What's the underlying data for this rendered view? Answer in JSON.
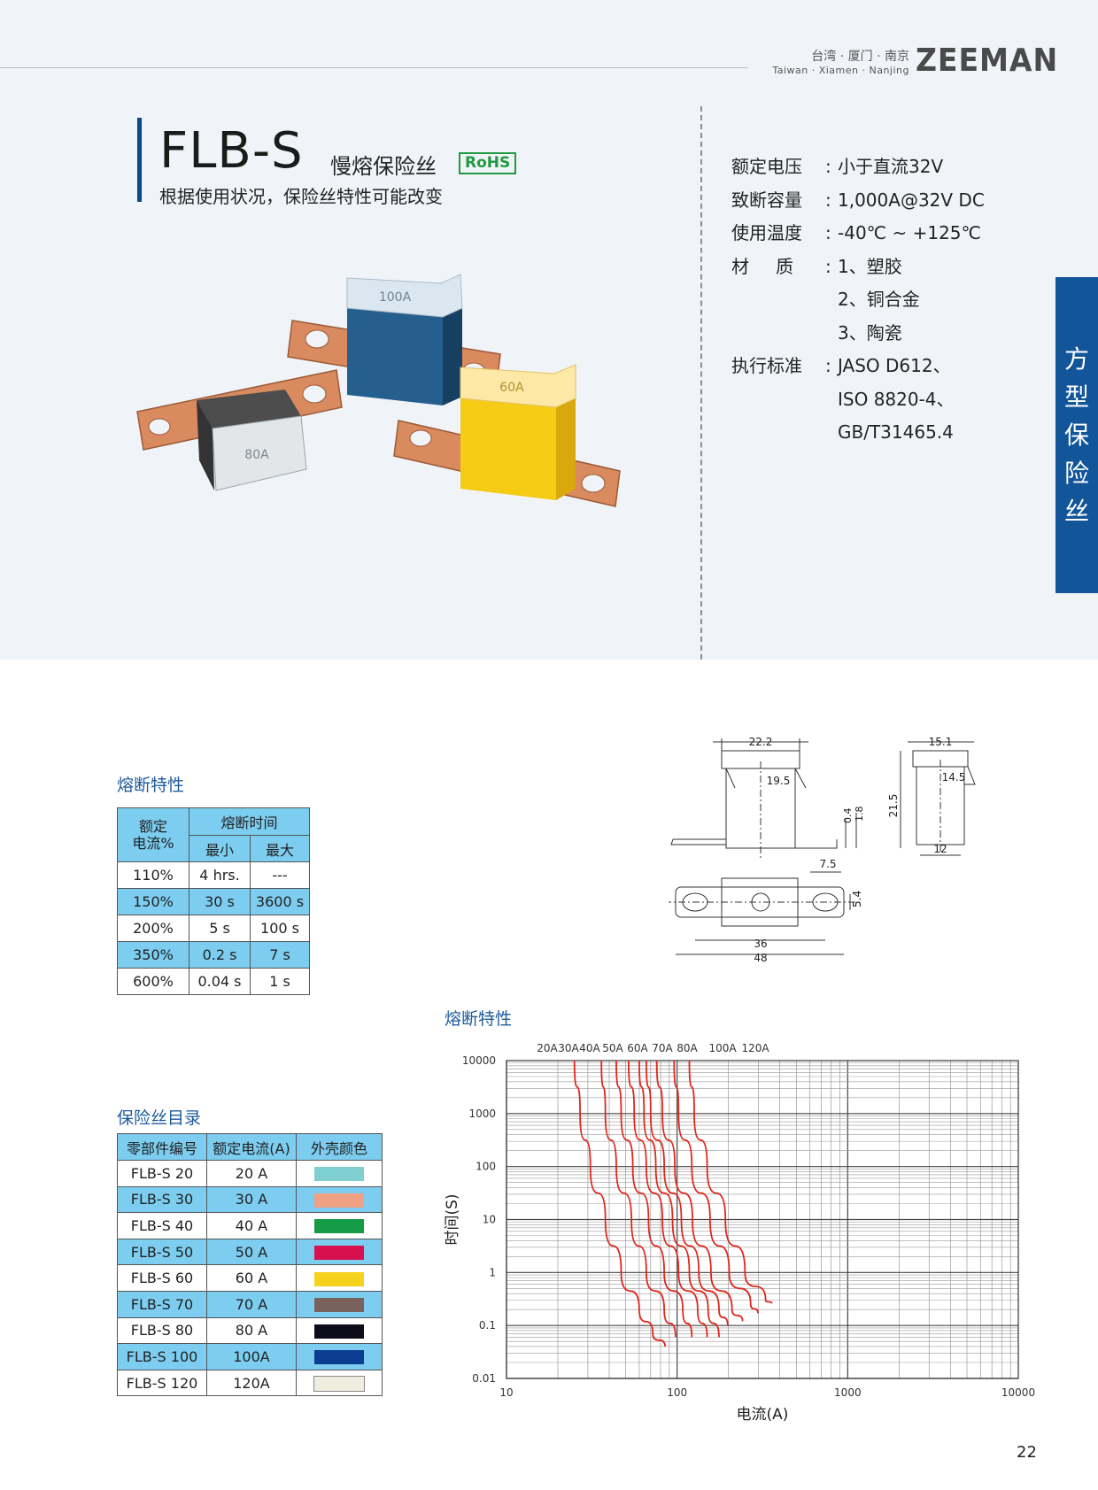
{
  "header": {
    "cities_cn": "台湾 · 厦门 · 南京",
    "cities_en": "Taiwan · Xiamen · Nanjing",
    "brand": "ZEEMAN"
  },
  "title": {
    "model": "FLB-S",
    "name_cn": "慢熔保险丝",
    "badge": "RoHS",
    "subtitle": "根据使用状况，保险丝特性可能改变"
  },
  "specs": [
    {
      "label": "额定电压",
      "value": "小于直流32V"
    },
    {
      "label": "致断容量",
      "value": "1,000A@32V DC"
    },
    {
      "label": "使用温度",
      "value": "-40℃ ~ +125℃"
    },
    {
      "label": "材质",
      "value": "1、塑胶"
    },
    {
      "label": "",
      "value": "2、铜合金"
    },
    {
      "label": "",
      "value": "3、陶瓷"
    },
    {
      "label": "执行标准",
      "value": "JASO D612、"
    },
    {
      "label": "",
      "value": "ISO 8820-4、"
    },
    {
      "label": "",
      "value": "GB/T31465.4"
    }
  ],
  "side_tab": [
    "方",
    "型",
    "保",
    "险",
    "丝"
  ],
  "product_labels": [
    "100A",
    "60A",
    "80A"
  ],
  "fusing_table": {
    "heading": "熔断特性",
    "header_rated": "额定\n电流%",
    "header_time": "熔断时间",
    "header_min": "最小",
    "header_max": "最大",
    "rows": [
      {
        "rated": "110%",
        "min": "4 hrs.",
        "max": "---"
      },
      {
        "rated": "150%",
        "min": "30 s",
        "max": "3600 s"
      },
      {
        "rated": "200%",
        "min": "5 s",
        "max": "100 s"
      },
      {
        "rated": "350%",
        "min": "0.2 s",
        "max": "7 s"
      },
      {
        "rated": "600%",
        "min": "0.04 s",
        "max": "1 s"
      }
    ]
  },
  "catalog_table": {
    "heading": "保险丝目录",
    "headers": [
      "零部件编号",
      "额定电流(A)",
      "外壳颜色"
    ],
    "rows": [
      {
        "part": "FLB-S 20",
        "current": "20 A",
        "color": "#7fcfd0"
      },
      {
        "part": "FLB-S 30",
        "current": "30 A",
        "color": "#f0a083"
      },
      {
        "part": "FLB-S 40",
        "current": "40 A",
        "color": "#159a45"
      },
      {
        "part": "FLB-S 50",
        "current": "50 A",
        "color": "#d8104e"
      },
      {
        "part": "FLB-S 60",
        "current": "60 A",
        "color": "#f7d21c"
      },
      {
        "part": "FLB-S 70",
        "current": "70 A",
        "color": "#7a625c"
      },
      {
        "part": "FLB-S 80",
        "current": "80 A",
        "color": "#0c0c1a"
      },
      {
        "part": "FLB-S 100",
        "current": "100A",
        "color": "#0b3e91"
      },
      {
        "part": "FLB-S 120",
        "current": "120A",
        "color": "#efece0"
      }
    ]
  },
  "dimensions": {
    "front": {
      "width": "22.2",
      "inner": "19.5",
      "t1": "0.4",
      "t2": "1.8"
    },
    "side": {
      "width": "15.1",
      "inner": "14.5",
      "height": "21.5",
      "base": "12"
    },
    "bottom": {
      "pitch": "36",
      "overall": "48",
      "slot": "7.5",
      "hole": "5.4"
    }
  },
  "chart_data": {
    "type": "line",
    "title": "熔断特性",
    "xlabel": "电流(A)",
    "ylabel": "时间(S)",
    "x_scale": "log",
    "y_scale": "log",
    "xlim": [
      10,
      10000
    ],
    "ylim": [
      0.01,
      10000
    ],
    "x_ticks": [
      "10",
      "100",
      "1000",
      "10000"
    ],
    "y_ticks": [
      "10000",
      "1000",
      "100",
      "10",
      "1",
      "0.1",
      "0.01"
    ],
    "grid": true,
    "line_color": "#e0261c",
    "series": [
      {
        "name": "20A",
        "x": [
          25,
          27,
          31,
          38,
          47,
          60,
          72,
          85
        ],
        "y": [
          10000,
          1000,
          100,
          10,
          1,
          0.2,
          0.07,
          0.04
        ]
      },
      {
        "name": "30A",
        "x": [
          36,
          38,
          44,
          54,
          66,
          84,
          98
        ],
        "y": [
          10000,
          1000,
          100,
          10,
          1,
          0.2,
          0.06
        ]
      },
      {
        "name": "40A",
        "x": [
          44,
          47,
          55,
          68,
          84,
          108,
          122
        ],
        "y": [
          10000,
          1000,
          100,
          10,
          1,
          0.2,
          0.06
        ]
      },
      {
        "name": "50A",
        "x": [
          52,
          56,
          66,
          82,
          102,
          132,
          150
        ],
        "y": [
          10000,
          1000,
          100,
          10,
          1,
          0.2,
          0.06
        ]
      },
      {
        "name": "60A",
        "x": [
          60,
          64,
          75,
          94,
          118,
          152,
          176
        ],
        "y": [
          10000,
          1000,
          100,
          10,
          1,
          0.2,
          0.06
        ]
      },
      {
        "name": "70A",
        "x": [
          66,
          70,
          84,
          106,
          134,
          176,
          198
        ],
        "y": [
          10000,
          1000,
          100,
          10,
          1,
          0.2,
          0.1
        ]
      },
      {
        "name": "80A",
        "x": [
          76,
          82,
          97,
          123,
          158,
          210,
          242
        ],
        "y": [
          10000,
          1000,
          100,
          10,
          1,
          0.2,
          0.12
        ]
      },
      {
        "name": "100A",
        "x": [
          96,
          102,
          122,
          156,
          202,
          270,
          298
        ],
        "y": [
          10000,
          1000,
          100,
          10,
          1,
          0.25,
          0.17
        ]
      },
      {
        "name": "120A",
        "x": [
          118,
          126,
          150,
          192,
          250,
          330,
          360
        ],
        "y": [
          10000,
          1000,
          100,
          10,
          1,
          0.3,
          0.26
        ]
      }
    ]
  },
  "page": {
    "number": "22"
  }
}
